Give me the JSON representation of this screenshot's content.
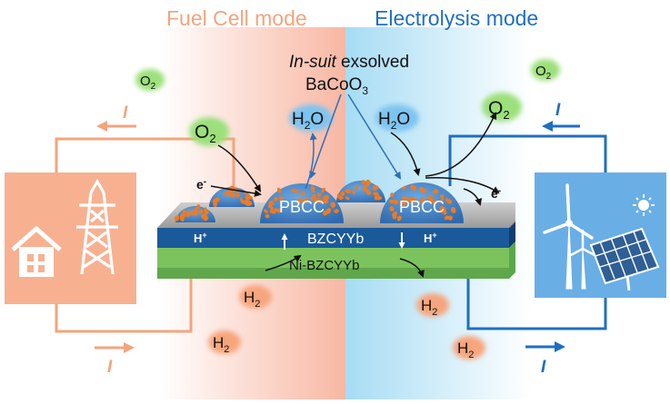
{
  "titles": {
    "fuel_cell_mode": "Fuel Cell mode",
    "electrolysis_mode": "Electrolysis mode"
  },
  "annotation": {
    "line1_italic": "In-suit",
    "line1_rest": " exsolved",
    "line2_base": "BaCoO",
    "line2_sub": "3"
  },
  "layers": {
    "electrolyte": "BZCYYb",
    "anode": "Ni-BZCYYb",
    "particle": "PBCC"
  },
  "species": {
    "oxygen_base": "O",
    "oxygen_sub": "2",
    "water_pre": "H",
    "water_sub": "2",
    "water_post": "O",
    "hydrogen_base": "H",
    "hydrogen_sub": "2",
    "proton_base": "H",
    "proton_sup": "+",
    "electron_base": "e",
    "electron_sup": "-",
    "current": "I"
  },
  "colors": {
    "fuel_cell": "#f4a47c",
    "electrolysis": "#1f6fc0",
    "electrolyte": "#1a5a9a",
    "anode": "#5aa84a",
    "particle": "#3f7fc4",
    "dot": "#ef7a22",
    "house_panel": "#f7b191",
    "solar_panel": "#6aaee6"
  }
}
